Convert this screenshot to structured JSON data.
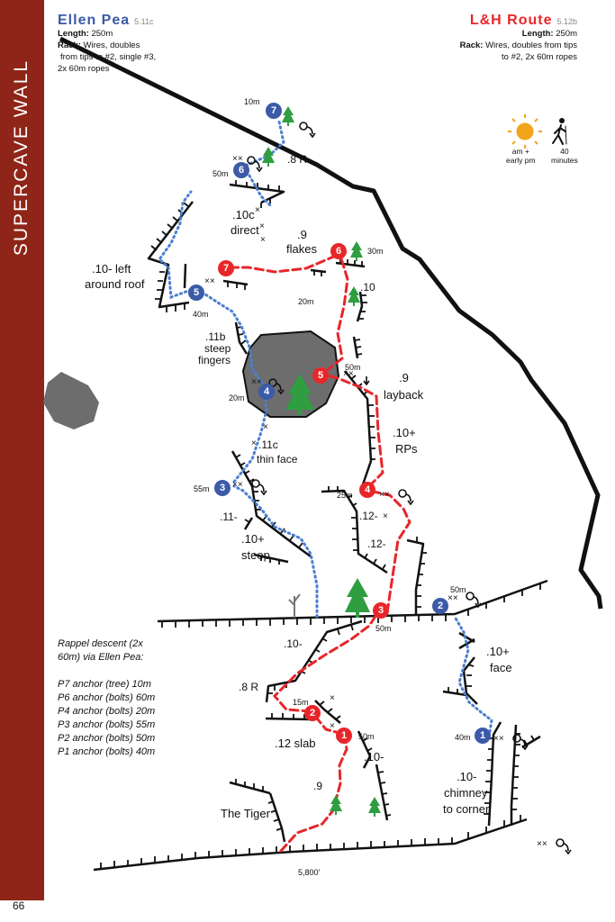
{
  "sidebar_title": "SUPERCAVE WALL",
  "page_number": "66",
  "routes": {
    "ellen": {
      "name": "Ellen Pea",
      "grade": "5.11c",
      "color": "#3c5aa8",
      "length_label": "Length:",
      "length": " 250m",
      "rack_label": "Rack:",
      "rack_lines": [
        " Wires, doubles",
        "from tips to #2, single #3,",
        "2x 60m ropes"
      ]
    },
    "lh": {
      "name": "L&H Route",
      "grade": "5.12b",
      "color": "#e8262a",
      "length_label": "Length:",
      "length": " 250m",
      "rack_label": "Rack:",
      "rack_lines": [
        " Wires, doubles from tips",
        "to #2, 2x  60m ropes"
      ]
    }
  },
  "info": {
    "sun": "am +\nearly pm",
    "approach": "40\nminutes"
  },
  "belays": {
    "blue": [
      "1",
      "2",
      "3",
      "4",
      "5",
      "6",
      "7"
    ],
    "red": [
      "1",
      "2",
      "3",
      "4",
      "5",
      "6",
      "7"
    ]
  },
  "labels": {
    "b7_len": "10m",
    "b6_len": "50m",
    "b6_grade": ".8 R",
    "p10c": ".10c",
    "p10c_direct": "direct",
    "p9_flakes": ".9",
    "p9_flakes2": "flakes",
    "r6_len": "30m",
    "p10left": ".10- left",
    "around_roof": "around roof",
    "r7_len": "20m",
    "p10_top": ".10",
    "b5_len": "40m",
    "p11b": ".11b",
    "steep": "steep",
    "fingers": "fingers",
    "b4_len": "20m",
    "r5_len": "50m",
    "p9_lay": ".9",
    "layback": "layback",
    "p11c": ".11c",
    "thin_face": "thin face",
    "p10p_rp": ".10+",
    "rps": "RPs",
    "b3_len": "55m",
    "r4_len": "25m",
    "p11m": ".11-",
    "p12m_a": ".12-",
    "p12m_b": ".12-",
    "p10p_steep": ".10+",
    "steep2": "steep",
    "b2_len": "50m",
    "r3_len": "50m",
    "p10m_a": ".10-",
    "p10p_face": ".10+",
    "face": "face",
    "p8r": ".8 R",
    "r2_len": "15m",
    "r1_len": "50m",
    "b1_len": "40m",
    "slab": ".12 slab",
    "p10m_b": ".10-",
    "p9_low": ".9",
    "p10m_chim": ".10-",
    "chimney": "chimney",
    "to_corner": "to corner",
    "tiger": "The Tiger",
    "elevation": "5,800’"
  },
  "descent": {
    "title": [
      "Rappel descent (2x",
      "60m) via Ellen Pea:"
    ],
    "anchors": [
      "P7 anchor (tree) 10m",
      "P6 anchor (bolts) 60m",
      "P4 anchor (bolts) 20m",
      "P3 anchor (bolts) 55m",
      "P2 anchor (bolts) 50m",
      "P1 anchor (bolts) 40m"
    ]
  },
  "colors": {
    "sidebar": "#8e2518",
    "blue_route": "#3c5aa8",
    "red_route": "#e8262a",
    "rock": "#6d6d6d",
    "tree": "#2f9e41",
    "sun": "#f2a51c"
  },
  "icons": [
    "sun-icon",
    "hiker-icon",
    "tree-icon",
    "anchor-bolts-icon",
    "rappel-icon"
  ]
}
